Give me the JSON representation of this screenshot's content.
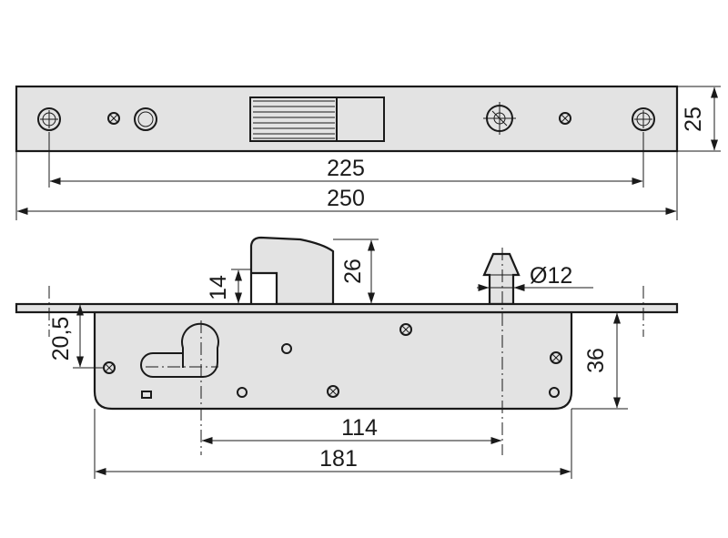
{
  "colors": {
    "ink": "#1a1a1a",
    "fill": "#e3e3e3",
    "background": "#ffffff"
  },
  "dimensions": {
    "backset_screw_distance": "225",
    "faceplate_length": "250",
    "faceplate_width": "25",
    "latch_height": "26",
    "latch_step": "14",
    "bolt_diameter": "Ø12",
    "faceplate_offset": "20,5",
    "case_depth": "36",
    "cylinder_to_bolt": "114",
    "case_length": "181"
  }
}
